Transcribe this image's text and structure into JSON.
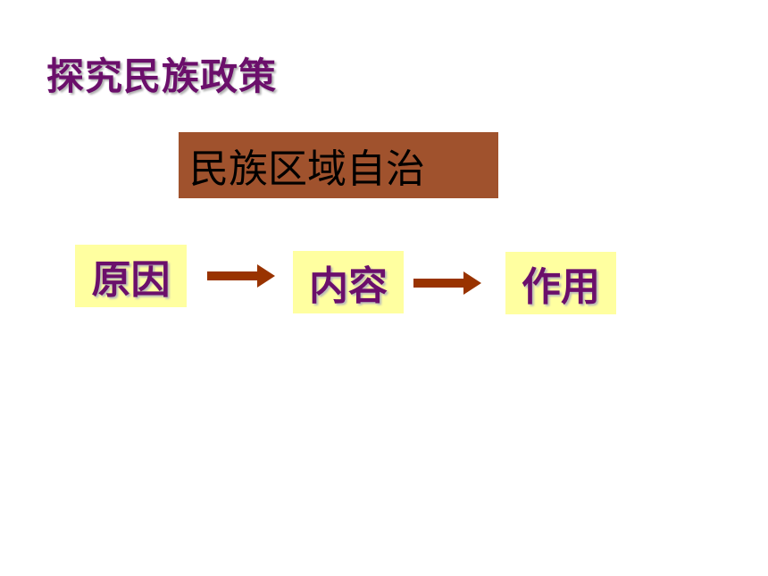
{
  "slide": {
    "title": "探究民族政策",
    "topic_label": "民族区域自治",
    "steps": [
      {
        "label": "原因"
      },
      {
        "label": "内容"
      },
      {
        "label": "作用"
      }
    ]
  },
  "colors": {
    "title_text": "#6b0f6b",
    "topic_box": "#a0522d",
    "step_box": "#ffffa0",
    "arrow": "#993300"
  }
}
